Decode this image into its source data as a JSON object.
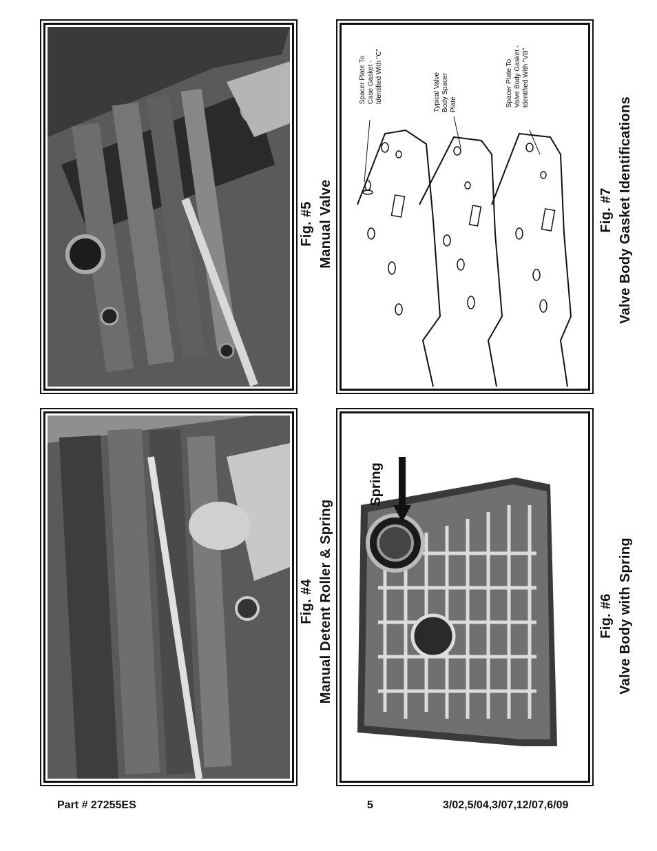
{
  "figures": {
    "fig5": {
      "number": "Fig. #5",
      "title": "Manual Valve"
    },
    "fig7": {
      "number": "Fig. #7",
      "title": "Valve Body Gasket Identifications",
      "labels": {
        "case_gasket": [
          "Spacer Plate To",
          "Case Gasket -",
          "Identified With \"C\""
        ],
        "spacer_plate": [
          "Typical Valve",
          "Body Spacer",
          "Plate"
        ],
        "vb_gasket": [
          "Spacer Plate To",
          "Valve Body Gasket -",
          "Identified With \"VB\""
        ]
      }
    },
    "fig4": {
      "number": "Fig. #4",
      "title": "Manual Detent Roller & Spring"
    },
    "fig6": {
      "number": "Fig. #6",
      "title": "Valve Body with Spring",
      "callout": "Spring"
    }
  },
  "footer": {
    "part": "Part # 27255ES",
    "page": "5",
    "dates": "3/02,5/04,3/07,12/07,6/09"
  }
}
